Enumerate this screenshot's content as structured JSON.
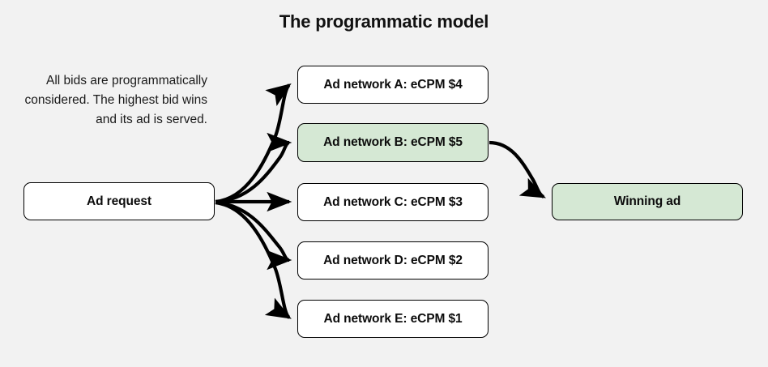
{
  "diagram": {
    "title": "The programmatic model",
    "description": "All bids are programmatically considered. The highest bid wins and its ad is served.",
    "background_color": "#f2f2f2",
    "highlight_color": "#d5e8d4",
    "node_fill_color": "#ffffff",
    "stroke_color": "#000000",
    "nodes": {
      "request": {
        "label": "Ad request",
        "highlighted": false
      },
      "network_a": {
        "label": "Ad network A: eCPM $4",
        "highlighted": false
      },
      "network_b": {
        "label": "Ad network B: eCPM $5",
        "highlighted": true
      },
      "network_c": {
        "label": "Ad network C: eCPM $3",
        "highlighted": false
      },
      "network_d": {
        "label": "Ad network D: eCPM $2",
        "highlighted": false
      },
      "network_e": {
        "label": "Ad network E: eCPM $1",
        "highlighted": false
      },
      "winner": {
        "label": "Winning ad",
        "highlighted": true
      }
    },
    "edges": [
      {
        "from": "Ad request",
        "to": "Ad network A: eCPM $4"
      },
      {
        "from": "Ad request",
        "to": "Ad network B: eCPM $5"
      },
      {
        "from": "Ad request",
        "to": "Ad network C: eCPM $3"
      },
      {
        "from": "Ad request",
        "to": "Ad network D: eCPM $2"
      },
      {
        "from": "Ad request",
        "to": "Ad network E: eCPM $1"
      },
      {
        "from": "Ad network B: eCPM $5",
        "to": "Winning ad"
      }
    ]
  }
}
